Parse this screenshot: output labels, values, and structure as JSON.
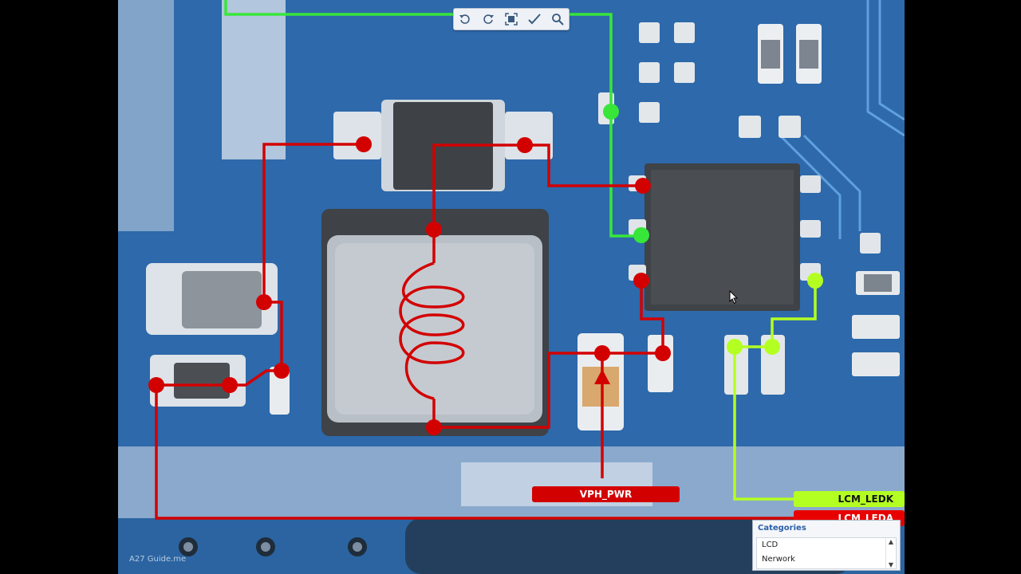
{
  "toolbar": {
    "buttons": [
      {
        "name": "rotate-left",
        "icon": "rotate-left-icon"
      },
      {
        "name": "rotate-right",
        "icon": "rotate-right-icon"
      },
      {
        "name": "fit-screen",
        "icon": "fit-screen-icon"
      },
      {
        "name": "select-tool",
        "icon": "check-pen-icon"
      },
      {
        "name": "search",
        "icon": "search-icon"
      }
    ]
  },
  "labels": {
    "vph_pwr": "VPH_PWR",
    "lcm_ledk": "LCM_LEDK",
    "lcm_leda": "LCM_LEDA"
  },
  "watermark": "A27 Guide.me",
  "categories": {
    "title": "Categories",
    "items": [
      "LCD",
      "Nerwork"
    ]
  },
  "colors": {
    "board": "#2a66a8",
    "trace_red": "#d30000",
    "trace_green": "#38e63a",
    "trace_lime": "#b4ff22"
  }
}
